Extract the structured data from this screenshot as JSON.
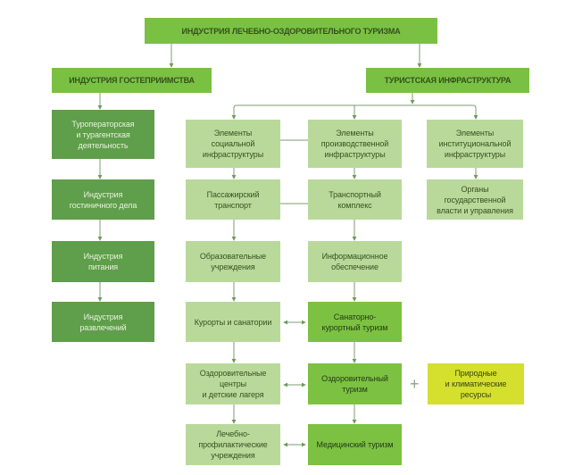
{
  "title": "ИНДУСТРИЯ ЛЕЧЕБНО-ОЗДОРОВИТЕЛЬНОГО ТУРИЗМА",
  "branches": {
    "hospitality": "ИНДУСТРИЯ ГОСТЕПРИИМСТВА",
    "infrastructure": "ТУРИСТСКАЯ ИНФРАСТРУКТУРА"
  },
  "hospitality_items": [
    "Туроператорская\nи турагентская\nдеятельность",
    "Индустрия\nгостиничного дела",
    "Индустрия\nпитания",
    "Индустрия\nразвлечений"
  ],
  "infrastructure_elements": [
    "Элементы\nсоциальной\nинфраструктуры",
    "Элементы\nпроизводственной\nинфраструктуры",
    "Элементы\nинституциональной\nинфраструктуры"
  ],
  "social_column": [
    "Пассажирский\nтранспорт",
    "Образовательные\nучреждения",
    "Курорты и санатории",
    "Оздоровительные\nцентры\nи детские лагеря",
    "Лечебно-\nпрофилактические\nучреждения"
  ],
  "production_column": [
    "Транспортный\nкомплекс",
    "Информационное\nобеспечение",
    "Санаторно-\nкурортный туризм",
    "Оздоровительный\nтуризм",
    "Медицинский туризм"
  ],
  "institutional_column": [
    "Органы\nгосударственной\nвласти и управления"
  ],
  "natural_resources": "Природные\nи климатические\nресурсы",
  "plus_sign": "+",
  "colors": {
    "main": "#7ac143",
    "dark": "#5f9e4a",
    "light": "#b9d99b",
    "tourism": "#7cc142",
    "resources": "#d4df2e",
    "connector": "#6e9a5a"
  }
}
